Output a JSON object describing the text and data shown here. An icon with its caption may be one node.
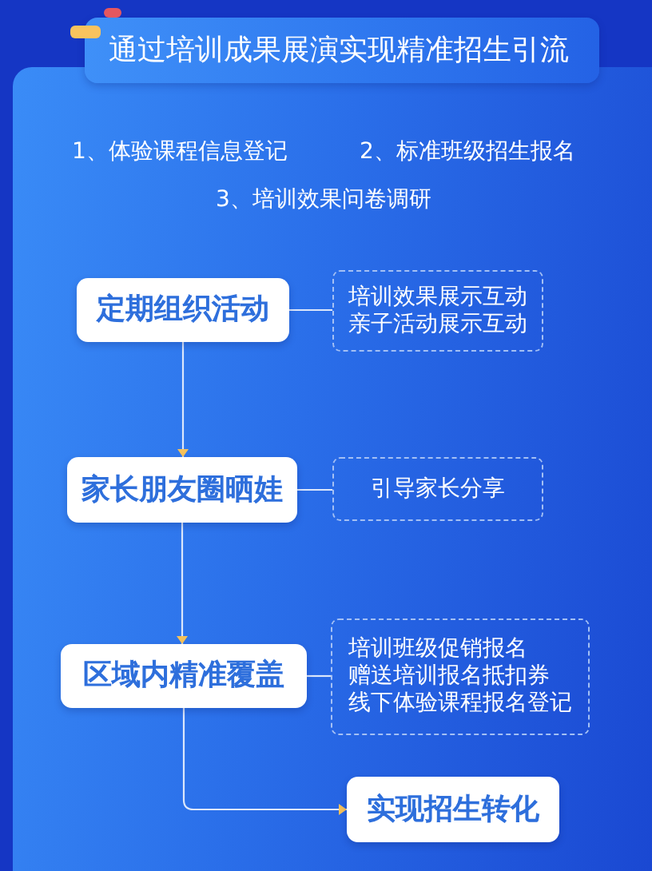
{
  "diagram": {
    "title": "通过培训成果展演实现精准招生引流",
    "nodes": [
      {
        "text": [
          "定期组织活动"
        ]
      },
      {
        "text": [
          "培训效果展示互动",
          "亲子活动展示互动"
        ]
      },
      {
        "text": [
          "家长朋友圈晒娃"
        ]
      },
      {
        "text": [
          "引导家长分享"
        ]
      },
      {
        "text": [
          "区域内精准覆盖"
        ]
      },
      {
        "text": [
          "培训班级促销报名",
          "赠送培训报名抵扣券",
          "线下体验课程报名登记"
        ]
      },
      {
        "text": [
          "实现招生转化"
        ]
      }
    ],
    "edges": [
      {
        "from": 0,
        "to": 1,
        "arrow": "none"
      },
      {
        "from": 0,
        "to": 2,
        "arrow": "to"
      },
      {
        "from": 2,
        "to": 3,
        "arrow": "none"
      },
      {
        "from": 2,
        "to": 4,
        "arrow": "to"
      },
      {
        "from": 4,
        "to": 5,
        "arrow": "none"
      },
      {
        "from": 4,
        "to": 6,
        "arrow": "to"
      }
    ],
    "labels": [
      "1、体验课程信息登记",
      "2、标准班级招生报名",
      "3、培训效果问卷调研"
    ]
  }
}
